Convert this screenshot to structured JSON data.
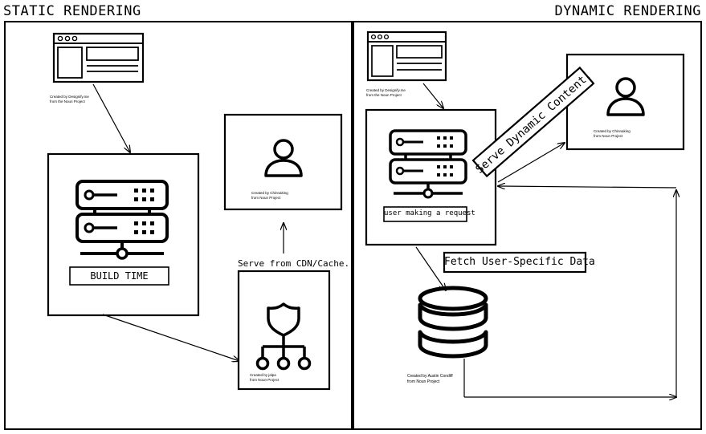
{
  "headers": {
    "static": "STATIC RENDERING",
    "dynamic": "DYNAMIC RENDERING"
  },
  "static_panel": {
    "build_label": "BUILD TIME",
    "serve_label": "Serve from CDN/Cache.",
    "credit_browser_1": "Created by Designify.me",
    "credit_browser_2": "from the Noun Project",
    "credit_user_1": "Created by Chinnaking",
    "credit_user_2": "from Noun Project",
    "credit_cdn_1": "Created by jalpa",
    "credit_cdn_2": "from Noun Project"
  },
  "dynamic_panel": {
    "request_label": "user making a request",
    "serve_label": "Serve Dynamic Content.",
    "fetch_label": "Fetch User-Specific Data",
    "credit_browser_1": "Created by Designify.me",
    "credit_browser_2": "from the Noun Project",
    "credit_user_1": "Created by Chinnaking",
    "credit_user_2": "from Noun Project",
    "credit_db_1": "Created by Austin Condiff",
    "credit_db_2": "from Noun Project"
  },
  "icons": [
    "browser-window-icon",
    "server-rack-icon",
    "user-icon",
    "shield-network-icon",
    "database-icon"
  ]
}
